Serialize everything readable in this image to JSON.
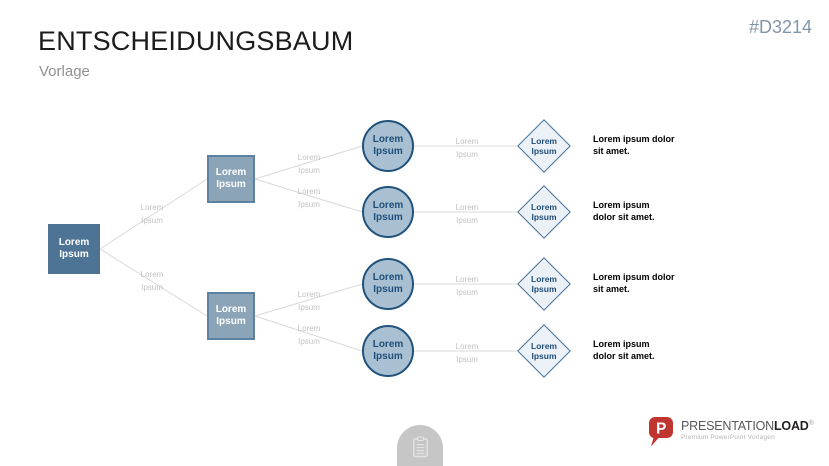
{
  "header": {
    "title": "ENTSCHEIDUNGSBAUM",
    "subtitle": "Vorlage",
    "code": "#D3214"
  },
  "tree": {
    "root": {
      "label": "Lorem\nIpsum"
    },
    "branches": [
      {
        "label": "Lorem\nIpsum"
      },
      {
        "label": "Lorem\nIpsum"
      }
    ],
    "chances": [
      {
        "label": "Lorem\nIpsum"
      },
      {
        "label": "Lorem\nIpsum"
      },
      {
        "label": "Lorem\nIpsum"
      },
      {
        "label": "Lorem\nIpsum"
      }
    ],
    "decisions": [
      {
        "label": "Lorem\nIpsum"
      },
      {
        "label": "Lorem\nIpsum"
      },
      {
        "label": "Lorem\nIpsum"
      },
      {
        "label": "Lorem\nIpsum"
      }
    ],
    "edge_labels": [
      "Lorem\nIpsum",
      "Lorem\nIpsum",
      "Lorem\nIpsum",
      "Lorem\nIpsum",
      "Lorem\nIpsum",
      "Lorem\nIpsum",
      "Lorem\nIpsum",
      "Lorem\nIpsum",
      "Lorem\nIpsum",
      "Lorem\nIpsum"
    ],
    "outcomes": [
      "Lorem ipsum dolor\nsit amet.",
      "Lorem ipsum\ndolor sit amet.",
      "Lorem ipsum dolor\nsit amet.",
      "Lorem ipsum\ndolor sit amet."
    ]
  },
  "footer": {
    "notes_tab_icon": "clipboard-icon",
    "brand": {
      "logo_letter": "P",
      "name_regular": "PRESENTATION",
      "name_bold": "LOAD",
      "registered_mark": "®",
      "tagline": "Premium PowerPoint Vorlagen"
    }
  },
  "colors": {
    "title_text": "#1c1c1c",
    "subtitle_text": "#909090",
    "code_text": "#8296aa",
    "root_fill": "#4e7495",
    "branch_fill": "#8ba4b8",
    "branch_border": "#5d81a1",
    "circle_fill": "#a9c0d2",
    "circle_border": "#20527c",
    "diamond_fill": "#ebf1f7",
    "diamond_border": "#3f6f9b",
    "node_text": "#1f4e79",
    "edge_line": "#d9d9d9",
    "edge_label": "#c2c2c2",
    "tab_gray": "#c6c6c6",
    "logo_red": "#c13531"
  }
}
